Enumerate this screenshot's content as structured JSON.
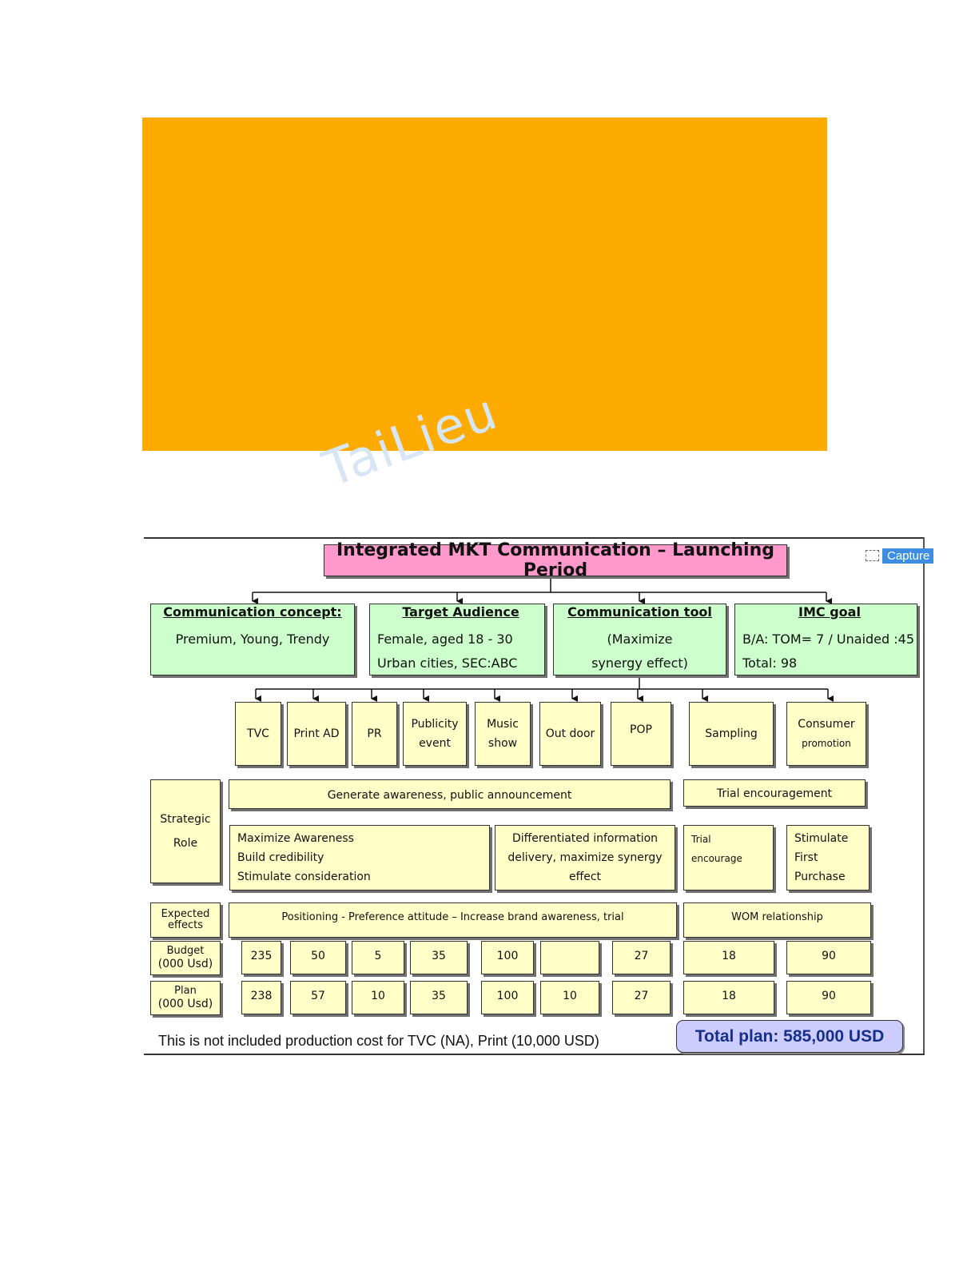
{
  "watermark": "TaiLieu",
  "capture_label": "Capture",
  "title": "Integrated MKT Communication  – Launching Period",
  "concept": {
    "header": "Communication  concept:",
    "lines": [
      "Premium, Young,  Trendy"
    ]
  },
  "audience": {
    "header": "Target Audience",
    "lines": [
      "Female,  aged 18 - 30",
      "Urban cities,  SEC:ABC"
    ]
  },
  "tool": {
    "header": "Communication  tool",
    "lines": [
      "(Maximize",
      "synergy effect)"
    ]
  },
  "goal": {
    "header": "IMC goal",
    "lines": [
      "B/A: TOM= 7 / Unaided  :45",
      "Total:  98"
    ]
  },
  "tools": [
    {
      "l1": "TVC",
      "l2": ""
    },
    {
      "l1": "Print AD",
      "l2": ""
    },
    {
      "l1": "PR",
      "l2": ""
    },
    {
      "l1": "Publicity",
      "l2": "event"
    },
    {
      "l1": "Music",
      "l2": "show"
    },
    {
      "l1": "Out door",
      "l2": ""
    },
    {
      "l1": "POP",
      "l2": ""
    },
    {
      "l1": "Sampling",
      "l2": ""
    },
    {
      "l1": "Consumer",
      "l2": "promotion"
    }
  ],
  "strategic_role": {
    "l1": "Strategic",
    "l2": "Role"
  },
  "generate": "Generate  awareness,  public announcement",
  "trial_enc": "Trial encouragement",
  "maximize": [
    "Maximize Awareness",
    "Build credibility",
    "Stimulate  consideration"
  ],
  "differentiated": [
    "Differentiated   information",
    "delivery,  maximize synergy",
    "effect"
  ],
  "trial": [
    "Trial",
    "encourage"
  ],
  "stimulate": [
    "Stimulate",
    "First",
    "Purchase"
  ],
  "expected": {
    "l1": "Expected",
    "l2": "effects"
  },
  "positioning": "Positioning  - Preference  attitude   – Increase brand  awareness, trial",
  "wom": "WOM relationship",
  "budget_label": {
    "l1": "Budget",
    "l2": "(000  Usd)"
  },
  "budget": [
    "235",
    "50",
    "5",
    "35",
    "100",
    "",
    "27",
    "18",
    "90"
  ],
  "plan_label": {
    "l1": "Plan",
    "l2": "(000  Usd)"
  },
  "plan": [
    "238",
    "57",
    "10",
    "35",
    "100",
    "10",
    "27",
    "18",
    "90"
  ],
  "note": "This is not included production cost for TVC (NA), Print (10,000 USD)",
  "total": "Total plan: 585,000 USD"
}
